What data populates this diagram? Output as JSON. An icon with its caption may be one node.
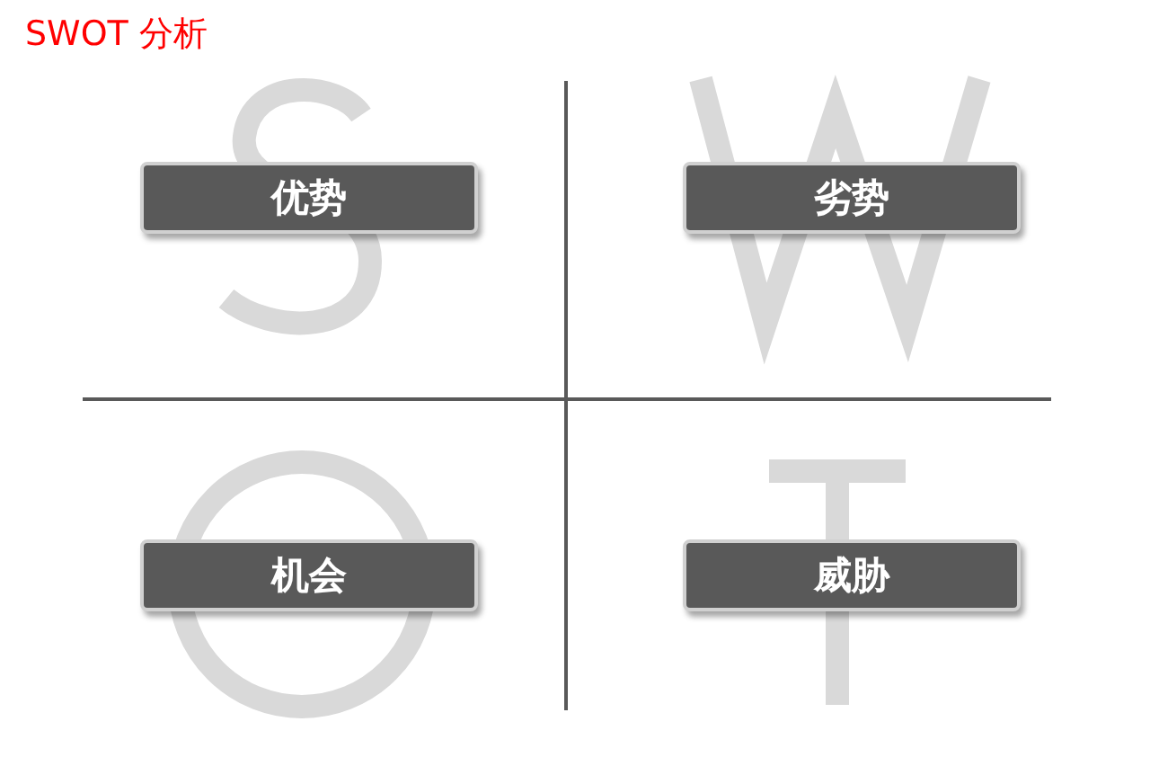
{
  "diagram": {
    "title": "SWOT 分析",
    "nodes": [
      {
        "text": [
          "优势"
        ]
      },
      {
        "text": [
          "劣势"
        ]
      },
      {
        "text": [
          "机会"
        ]
      },
      {
        "text": [
          "威胁"
        ]
      }
    ]
  }
}
